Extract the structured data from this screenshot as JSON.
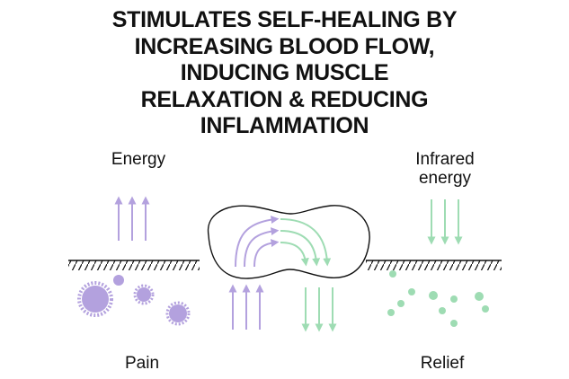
{
  "headline": {
    "lines": [
      "STIMULATES SELF-HEALING BY",
      "INCREASING BLOOD FLOW,",
      "INDUCING MUSCLE",
      "RELAXATION & REDUCING",
      "INFLAMMATION"
    ]
  },
  "labels": {
    "energy": "Energy",
    "infrared_line1": "Infrared",
    "infrared_line2": "energy",
    "pain": "Pain",
    "relief": "Relief"
  },
  "colors": {
    "purple": "#b3a1de",
    "purple_dark": "#a08bd8",
    "green": "#9edcb3",
    "green_dark": "#86d3a2",
    "ink": "#111111"
  }
}
